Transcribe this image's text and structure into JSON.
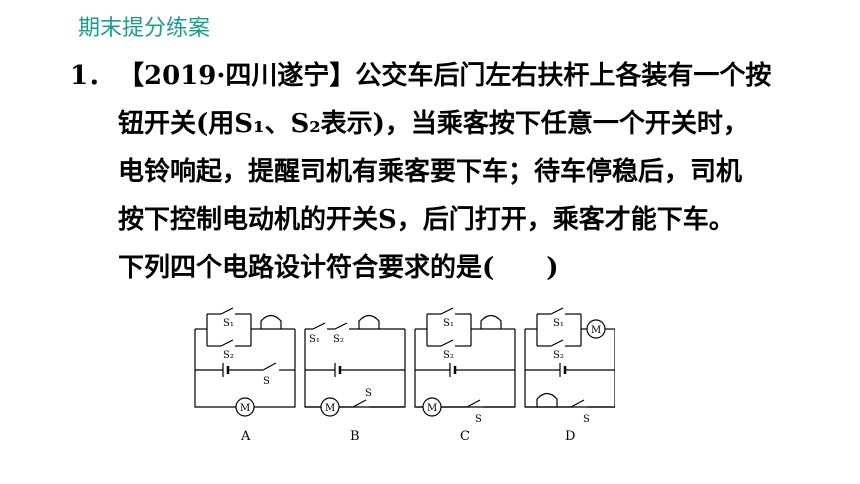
{
  "header": {
    "title": "期末提分练案"
  },
  "question": {
    "number": "1．",
    "lines": [
      "【2019·四川遂宁】公交车后门左右扶杆上各装有一个按",
      "钮开关(用S₁、S₂表示)，当乘客按下任意一个开关时，",
      "电铃响起，提醒司机有乘客要下车；待车停稳后，司机",
      "按下控制电动机的开关S，后门打开，乘客才能下车。",
      "下列四个电路设计符合要求的是(　　)"
    ]
  },
  "circuits": {
    "labels": [
      "A",
      "B",
      "C",
      "D"
    ],
    "switch_s1": "S₁",
    "switch_s2": "S₂",
    "switch_s": "S",
    "motor_symbol": "M"
  }
}
